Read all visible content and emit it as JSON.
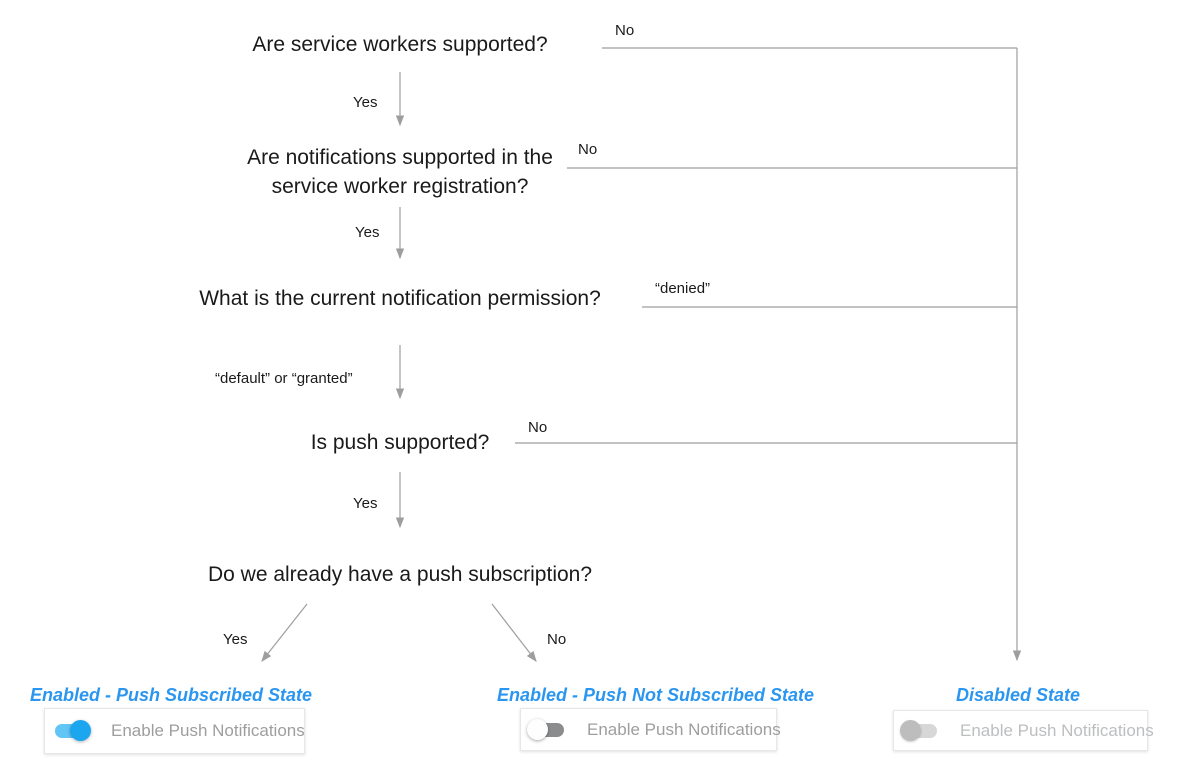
{
  "flowchart": {
    "questions": [
      {
        "id": "q1",
        "text": "Are service workers supported?"
      },
      {
        "id": "q2",
        "text": "Are notifications supported in the service worker registration?"
      },
      {
        "id": "q3",
        "text": "What is the current notification permission?"
      },
      {
        "id": "q4",
        "text": "Is push supported?"
      },
      {
        "id": "q5",
        "text": "Do we already have a push subscription?"
      }
    ],
    "branch_labels": {
      "q1_yes": "Yes",
      "q1_no": "No",
      "q2_yes": "Yes",
      "q2_no": "No",
      "q3_down": "“default” or “granted”",
      "q3_no": "“denied”",
      "q4_yes": "Yes",
      "q4_no": "No",
      "q5_yes": "Yes",
      "q5_no": "No"
    },
    "states": [
      {
        "label": "Enabled - Push Subscribed State",
        "toggle": "on",
        "switch_label": "Enable Push Notifications"
      },
      {
        "label": "Enabled - Push Not Subscribed State",
        "toggle": "off",
        "switch_label": "Enable Push Notifications"
      },
      {
        "label": "Disabled State",
        "toggle": "disabled",
        "switch_label": "Enable Push Notifications"
      }
    ],
    "colors": {
      "page_bg": "#ffffff",
      "line": "#9e9e9e",
      "question_text": "#1a1a1a",
      "branch_label": "#1a1a1a",
      "state_label": "#2b96f0",
      "card_bg": "#ffffff",
      "card_border": "#e7e7e7",
      "card_label": "#9e9e9e",
      "card_label_disabled": "#bcbec0",
      "toggle_on_knob": "#1ba6ef",
      "toggle_on_track": "#61c5f5",
      "toggle_off_knob": "#fefefe",
      "toggle_off_track": "#8a8c8e",
      "toggle_disabled_knob": "#bdbdbd",
      "toggle_disabled_track": "#d7d7d7"
    }
  }
}
